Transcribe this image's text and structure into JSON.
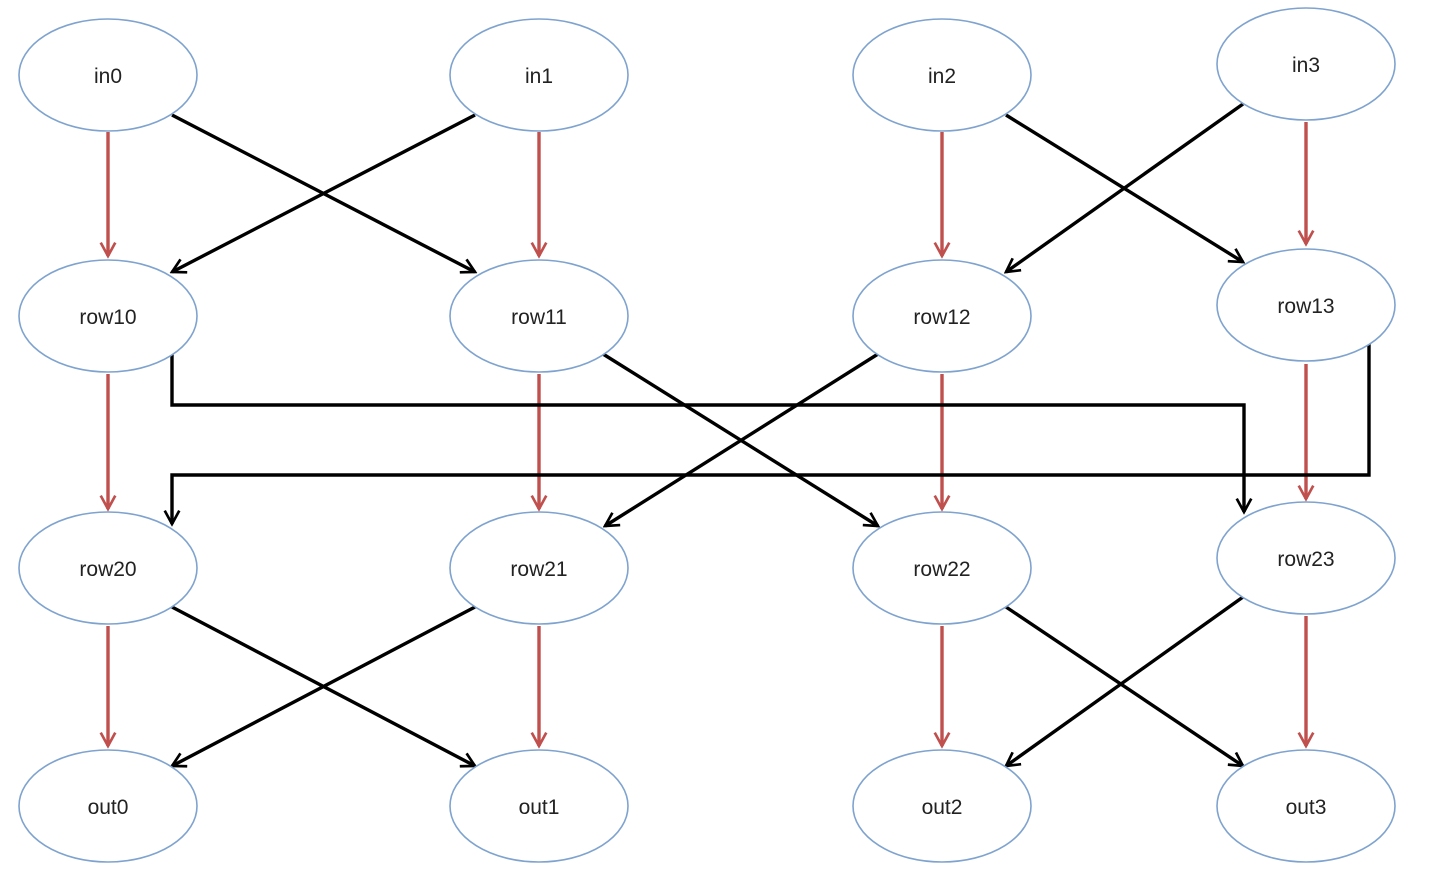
{
  "diagram": {
    "colors": {
      "straight_edge": "#c0504d",
      "cross_edge": "#000000",
      "node_border": "#7fa3cf",
      "node_fill": "#ffffff"
    },
    "nodes": {
      "in0": "in0",
      "in1": "in1",
      "in2": "in2",
      "in3": "in3",
      "row10": "row10",
      "row11": "row11",
      "row12": "row12",
      "row13": "row13",
      "row20": "row20",
      "row21": "row21",
      "row22": "row22",
      "row23": "row23",
      "out0": "out0",
      "out1": "out1",
      "out2": "out2",
      "out3": "out3"
    },
    "edges": [
      {
        "from": "in0",
        "to": "row10",
        "kind": "straight"
      },
      {
        "from": "in1",
        "to": "row11",
        "kind": "straight"
      },
      {
        "from": "in2",
        "to": "row12",
        "kind": "straight"
      },
      {
        "from": "in3",
        "to": "row13",
        "kind": "straight"
      },
      {
        "from": "in0",
        "to": "row11",
        "kind": "cross"
      },
      {
        "from": "in1",
        "to": "row10",
        "kind": "cross"
      },
      {
        "from": "in2",
        "to": "row13",
        "kind": "cross"
      },
      {
        "from": "in3",
        "to": "row12",
        "kind": "cross"
      },
      {
        "from": "row10",
        "to": "row20",
        "kind": "straight"
      },
      {
        "from": "row11",
        "to": "row21",
        "kind": "straight"
      },
      {
        "from": "row12",
        "to": "row22",
        "kind": "straight"
      },
      {
        "from": "row13",
        "to": "row23",
        "kind": "straight"
      },
      {
        "from": "row10",
        "to": "row23",
        "kind": "cross"
      },
      {
        "from": "row13",
        "to": "row20",
        "kind": "cross"
      },
      {
        "from": "row11",
        "to": "row22",
        "kind": "cross"
      },
      {
        "from": "row12",
        "to": "row21",
        "kind": "cross"
      },
      {
        "from": "row20",
        "to": "out0",
        "kind": "straight"
      },
      {
        "from": "row21",
        "to": "out1",
        "kind": "straight"
      },
      {
        "from": "row22",
        "to": "out2",
        "kind": "straight"
      },
      {
        "from": "row23",
        "to": "out3",
        "kind": "straight"
      },
      {
        "from": "row20",
        "to": "out1",
        "kind": "cross"
      },
      {
        "from": "row21",
        "to": "out0",
        "kind": "cross"
      },
      {
        "from": "row22",
        "to": "out3",
        "kind": "cross"
      },
      {
        "from": "row23",
        "to": "out2",
        "kind": "cross"
      }
    ]
  }
}
